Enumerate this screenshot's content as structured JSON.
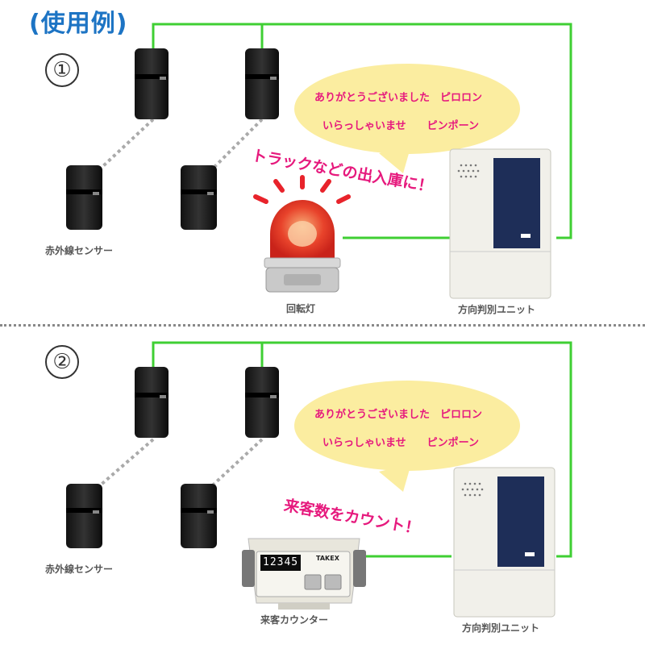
{
  "title": "(使用例)",
  "section1": {
    "step": "①",
    "speech_line1": "ありがとうございました　ピロロン",
    "speech_line2": "いらっしゃいませ　　ピンポーン",
    "catch": "トラックなどの出入庫に！",
    "sensor_label": "赤外線センサー",
    "device_label": "回転灯",
    "unit_label": "方向判別ユニット"
  },
  "section2": {
    "step": "②",
    "speech_line1": "ありがとうございました　ピロロン",
    "speech_line2": "いらっしゃいませ　　ピンポーン",
    "catch": "来客数をカウント！",
    "sensor_label": "赤外線センサー",
    "device_label": "来客カウンター",
    "unit_label": "方向判別ユニット",
    "counter_display": "12345",
    "counter_brand": "TAKEX"
  },
  "colors": {
    "wire": "#3fcf33",
    "accent": "#e6197d",
    "title": "#1d74c4",
    "bubble": "#fbeda0"
  }
}
